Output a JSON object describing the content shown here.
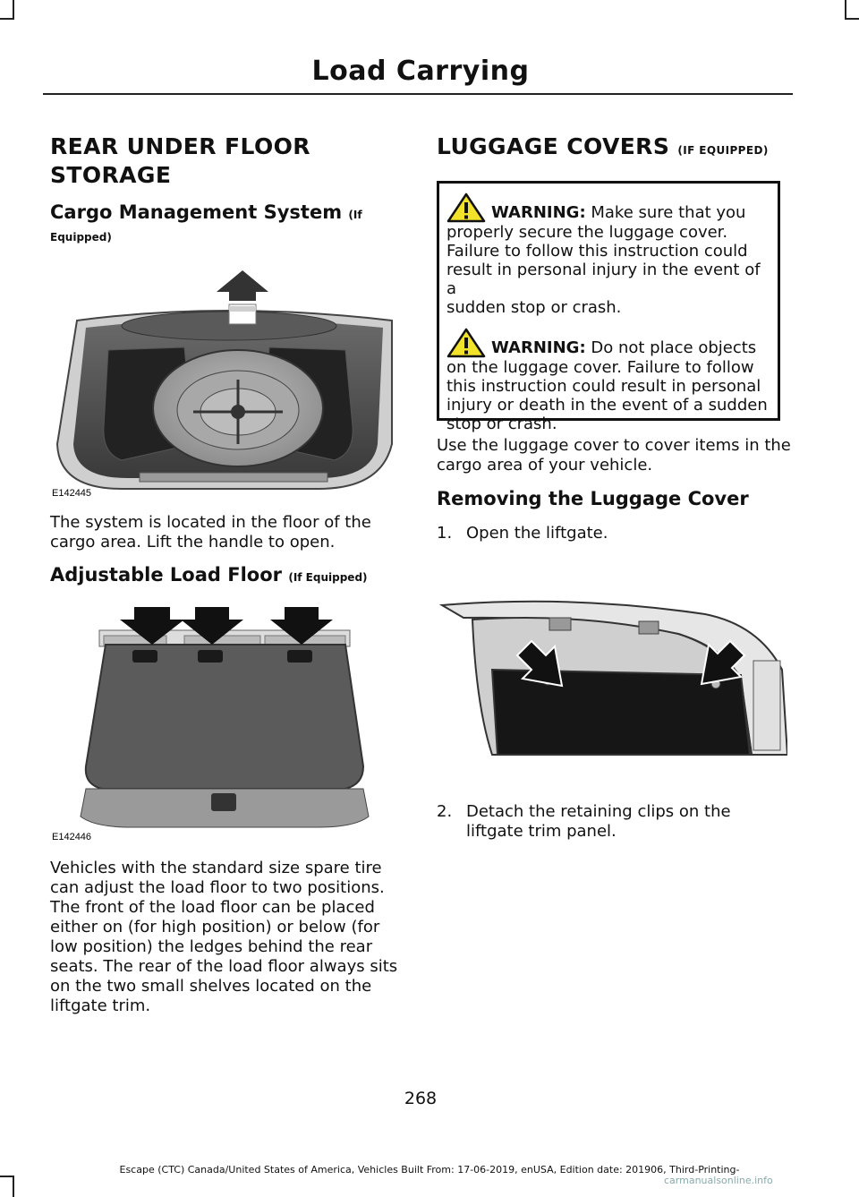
{
  "header": {
    "title": "Load Carrying"
  },
  "left": {
    "section_title_line1": "REAR UNDER FLOOR",
    "section_title_line2": "STORAGE",
    "cms_heading": "Cargo Management System",
    "cms_tag_1": "(If",
    "cms_tag_2": "Equipped)",
    "fig1_id": "E142445",
    "cms_text_1": "The system is located in the floor of the",
    "cms_text_2": "cargo area. Lift the handle to open.",
    "alf_heading": "Adjustable Load Floor",
    "alf_tag": "(If Equipped)",
    "fig2_id": "E142446",
    "alf_lines": [
      "Vehicles with the standard size spare tire",
      "can adjust the load floor to two positions.",
      "The front of the load floor can be placed",
      "either on (for high position) or below (for",
      "low position) the ledges behind the rear",
      "seats. The rear of the load floor always sits",
      "on the two small shelves located on the",
      "liftgate trim."
    ]
  },
  "right": {
    "section_title": "LUGGAGE COVERS",
    "section_tag": "(IF EQUIPPED)",
    "warning1": {
      "label": "WARNING:",
      "first": "Make sure that you",
      "lines": [
        "properly secure the luggage cover.",
        "Failure to follow this instruction could",
        "result in personal injury in the event of a",
        "sudden stop or crash."
      ]
    },
    "warning2": {
      "label": "WARNING:",
      "first": "Do not place objects",
      "lines": [
        "on the luggage cover. Failure to follow",
        "this instruction could result in personal",
        "injury or death in the event of a sudden",
        "stop or crash."
      ]
    },
    "intro_1": "Use the luggage cover to cover items in the",
    "intro_2": "cargo area of your vehicle.",
    "removing_heading": "Removing the Luggage Cover",
    "step1_num": "1.",
    "step1_text": "Open the liftgate.",
    "step2_num": "2.",
    "step2_line1": "Detach the retaining clips on the",
    "step2_line2": "liftgate trim panel."
  },
  "page_number": "268",
  "footer_text": "Escape (CTC) Canada/United States of America, Vehicles Built From: 17-06-2019, enUSA, Edition date: 201906, Third-Printing-",
  "watermark": "carmanualsonline.info"
}
